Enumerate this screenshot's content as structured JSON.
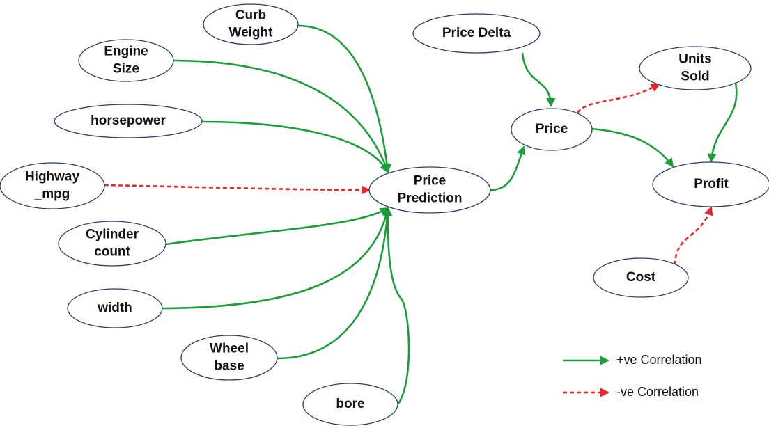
{
  "colors": {
    "positive": "#1a9e3a",
    "negative": "#e8262b"
  },
  "nodes": [
    {
      "id": "curb_weight",
      "lines": [
        "Curb",
        "Weight"
      ]
    },
    {
      "id": "engine_size",
      "lines": [
        "Engine",
        "Size"
      ]
    },
    {
      "id": "horsepower",
      "lines": [
        "horsepower"
      ]
    },
    {
      "id": "highway_mpg",
      "lines": [
        "Highway",
        "_mpg"
      ]
    },
    {
      "id": "cylinder_count",
      "lines": [
        "Cylinder",
        "count"
      ]
    },
    {
      "id": "width",
      "lines": [
        "width"
      ]
    },
    {
      "id": "wheel_base",
      "lines": [
        "Wheel",
        "base"
      ]
    },
    {
      "id": "bore",
      "lines": [
        "bore"
      ]
    },
    {
      "id": "price_prediction",
      "lines": [
        "Price",
        "Prediction"
      ]
    },
    {
      "id": "price_delta",
      "lines": [
        "Price Delta"
      ]
    },
    {
      "id": "price",
      "lines": [
        "Price"
      ]
    },
    {
      "id": "units_sold",
      "lines": [
        "Units",
        "Sold"
      ]
    },
    {
      "id": "profit",
      "lines": [
        "Profit"
      ]
    },
    {
      "id": "cost",
      "lines": [
        "Cost"
      ]
    }
  ],
  "edges": [
    {
      "from": "curb_weight",
      "to": "price_prediction",
      "correlation": "positive"
    },
    {
      "from": "engine_size",
      "to": "price_prediction",
      "correlation": "positive"
    },
    {
      "from": "horsepower",
      "to": "price_prediction",
      "correlation": "positive"
    },
    {
      "from": "highway_mpg",
      "to": "price_prediction",
      "correlation": "negative"
    },
    {
      "from": "cylinder_count",
      "to": "price_prediction",
      "correlation": "positive"
    },
    {
      "from": "width",
      "to": "price_prediction",
      "correlation": "positive"
    },
    {
      "from": "wheel_base",
      "to": "price_prediction",
      "correlation": "positive"
    },
    {
      "from": "bore",
      "to": "price_prediction",
      "correlation": "positive"
    },
    {
      "from": "price_prediction",
      "to": "price",
      "correlation": "positive"
    },
    {
      "from": "price_delta",
      "to": "price",
      "correlation": "positive"
    },
    {
      "from": "price",
      "to": "units_sold",
      "correlation": "negative"
    },
    {
      "from": "price",
      "to": "profit",
      "correlation": "positive"
    },
    {
      "from": "units_sold",
      "to": "profit",
      "correlation": "positive"
    },
    {
      "from": "cost",
      "to": "profit",
      "correlation": "negative"
    }
  ],
  "legend": {
    "positive_label": "+ve Correlation",
    "negative_label": "-ve Correlation"
  }
}
